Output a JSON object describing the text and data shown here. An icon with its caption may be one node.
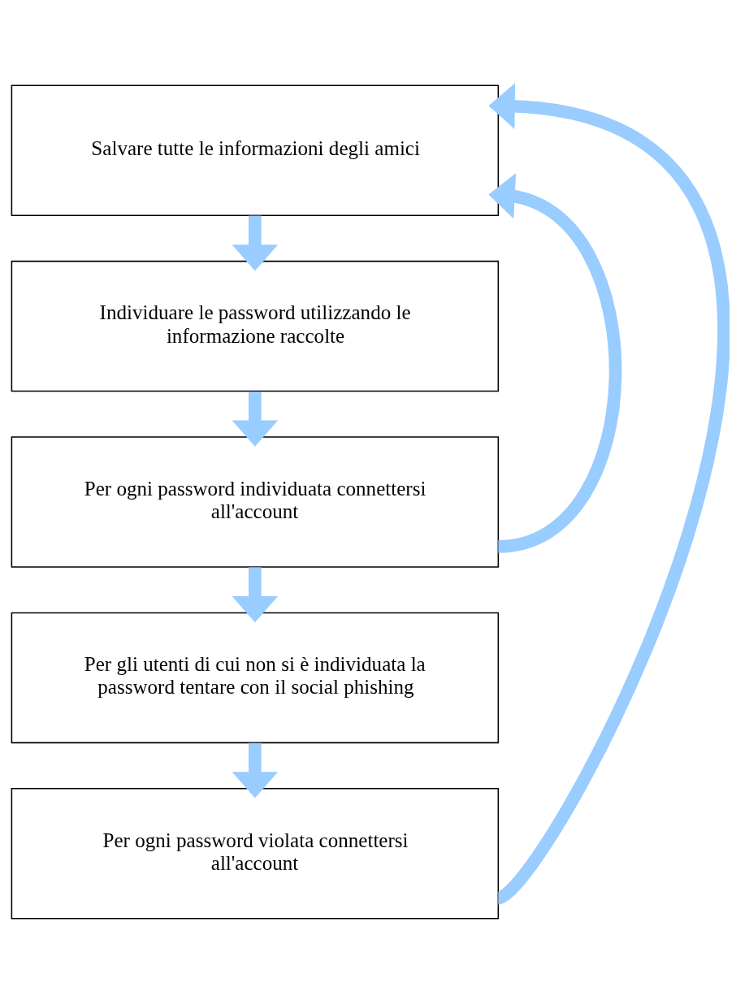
{
  "diagram": {
    "nodes": [
      {
        "text": [
          "Salvare tutte le informazioni degli amici"
        ]
      },
      {
        "text": [
          "Individuare le password utilizzando le informazione raccolte"
        ]
      },
      {
        "text": [
          "Per ogni password individuata connettersi all'account"
        ]
      },
      {
        "text": [
          "Per gli utenti di cui non si è individuata la password tentare con il social phishing"
        ]
      },
      {
        "text": [
          "Per ogni password violata connettersi all'account"
        ]
      }
    ],
    "edges": [
      {
        "from": 0,
        "to": 1,
        "arrow": "to"
      },
      {
        "from": 1,
        "to": 2,
        "arrow": "to"
      },
      {
        "from": 2,
        "to": 3,
        "arrow": "to"
      },
      {
        "from": 3,
        "to": 4,
        "arrow": "to"
      },
      {
        "from": 2,
        "to": 0,
        "arrow": "to"
      },
      {
        "from": 4,
        "to": 0,
        "arrow": "to"
      }
    ]
  }
}
